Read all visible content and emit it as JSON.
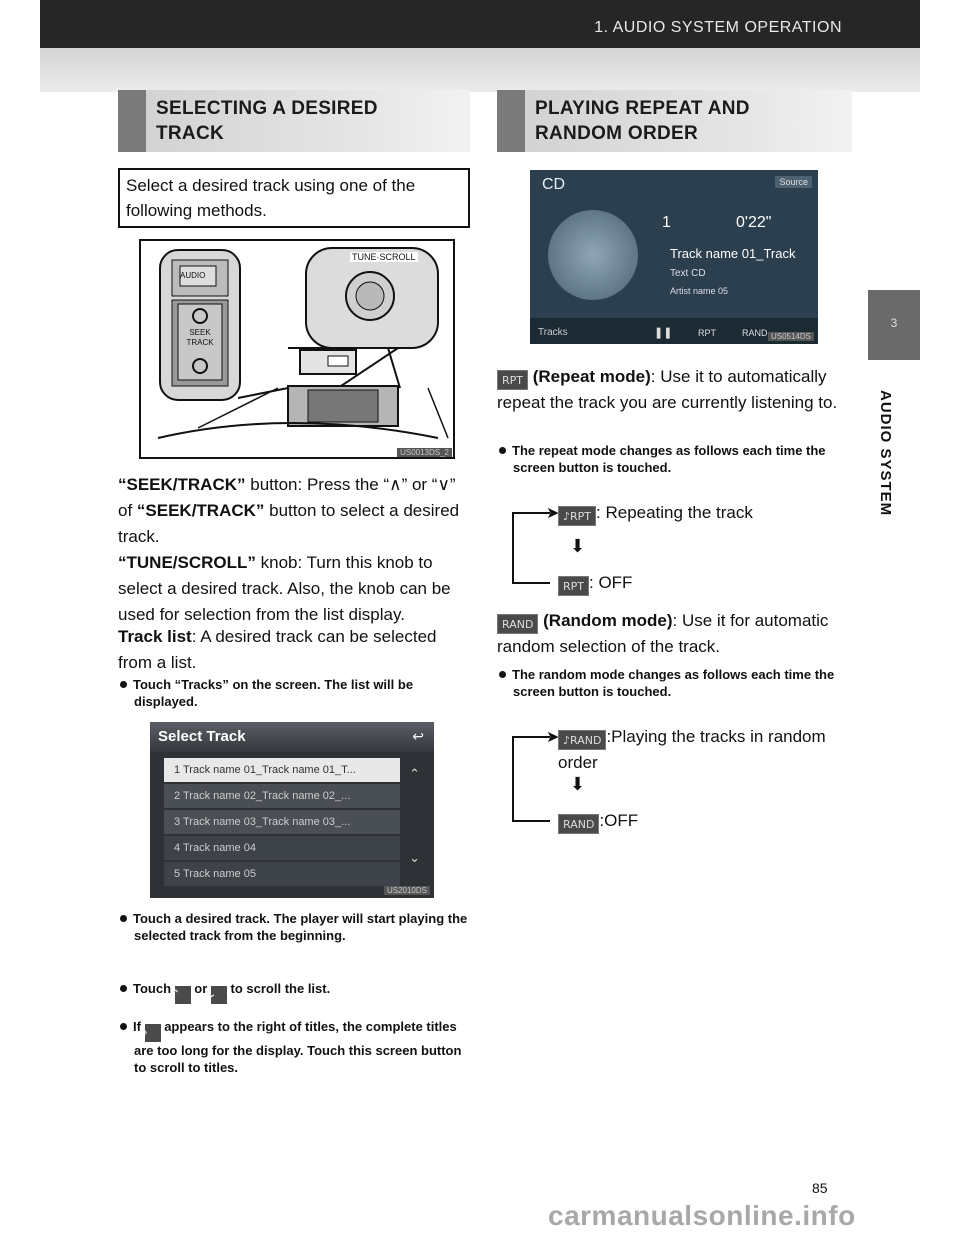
{
  "header": {
    "title": "1. AUDIO SYSTEM OPERATION"
  },
  "left": {
    "heading": "SELECTING A DESIRED TRACK",
    "intro": "Select a desired track using one of the following methods.",
    "fig1": {
      "tune_scroll": "TUNE·SCROLL",
      "audio": "AUDIO",
      "seek": "SEEK TRACK",
      "code": "US0013DS_2"
    },
    "seek_title": "“SEEK/TRACK”",
    "seek_text": " button: Press the “∧” or “∨” of ",
    "seek_title2": "“SEEK/TRACK”",
    "seek_text2": " button to select a desired track.",
    "tune_title": "“TUNE/SCROLL”",
    "tune_text": " knob: Turn this knob to select a desired track. Also, the knob can be used for selection from the list display.",
    "list_title": "Track list",
    "list_text": ": A desired track can be selected from a list.",
    "note1": "Touch “Tracks” on the screen. The list will be displayed.",
    "fig2": {
      "title": "Select Track",
      "rows": [
        "1  Track name 01_Track name 01_T...",
        "2  Track name 02_Track name 02_...",
        "3  Track name 03_Track name 03_...",
        "4  Track name 04",
        "5  Track name 05"
      ],
      "code": "US2010DS"
    },
    "note2": "Touch a desired track. The player will start playing the selected track from the beginning.",
    "note3_a": "Touch",
    "note3_or": "or",
    "note3_b": "to scroll the list.",
    "note4_a": "If",
    "note4_b": "appears to the right of titles, the complete titles are too long for the display. Touch this screen button to scroll to titles."
  },
  "right": {
    "heading": "PLAYING REPEAT AND RANDOM ORDER",
    "fig3": {
      "source": "CD",
      "source_btn": "Source",
      "track_no": "1",
      "time": "0'22\"",
      "track": "Track name 01_Track",
      "text_cd": "Text CD",
      "artist": "Artist name 05",
      "tracks_btn": "Tracks",
      "rpt": "RPT",
      "rand": "RAND",
      "code": "US0514DS"
    },
    "rpt_chip": "RPT",
    "rpt_title": " (Repeat mode)",
    "rpt_text": ": Use it to automatically repeat the track you are currently listening to.",
    "rpt_note": "The repeat mode changes as follows each time the screen button is touched.",
    "rpt_cycle": [
      {
        "chip": "♪RPT",
        "label": ": Repeating the track"
      },
      {
        "chip": "RPT",
        "label": ": OFF"
      }
    ],
    "rand_chip": "RAND",
    "rand_title": " (Random mode)",
    "rand_text": ": Use it for automatic random selection of the track.",
    "rand_note": "The random mode changes as follows each time the screen button is touched.",
    "rand_cycle": [
      {
        "chip": "♪RAND",
        "label": ":Playing the tracks in random order"
      },
      {
        "chip": "RAND",
        "label": ":OFF"
      }
    ]
  },
  "side": {
    "tab": "3",
    "label": "AUDIO SYSTEM"
  },
  "footer": {
    "page": "85",
    "watermark": "carmanualsonline.info"
  }
}
